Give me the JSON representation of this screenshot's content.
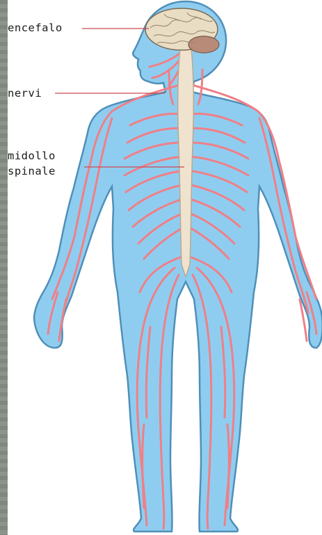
{
  "labels": {
    "brain": "encefalo",
    "nerves": "nervi",
    "spinal_cord_line1": "midollo",
    "spinal_cord_line2": "spinale"
  },
  "colors": {
    "body": "#8fcdf0",
    "body_outline": "#4f8fb8",
    "nerves": "#f07f86",
    "spinal_cord": "#efe3cf",
    "brain": "#e9ddc4",
    "cerebellum": "#b88a78",
    "leader_line": "#c94a52"
  }
}
